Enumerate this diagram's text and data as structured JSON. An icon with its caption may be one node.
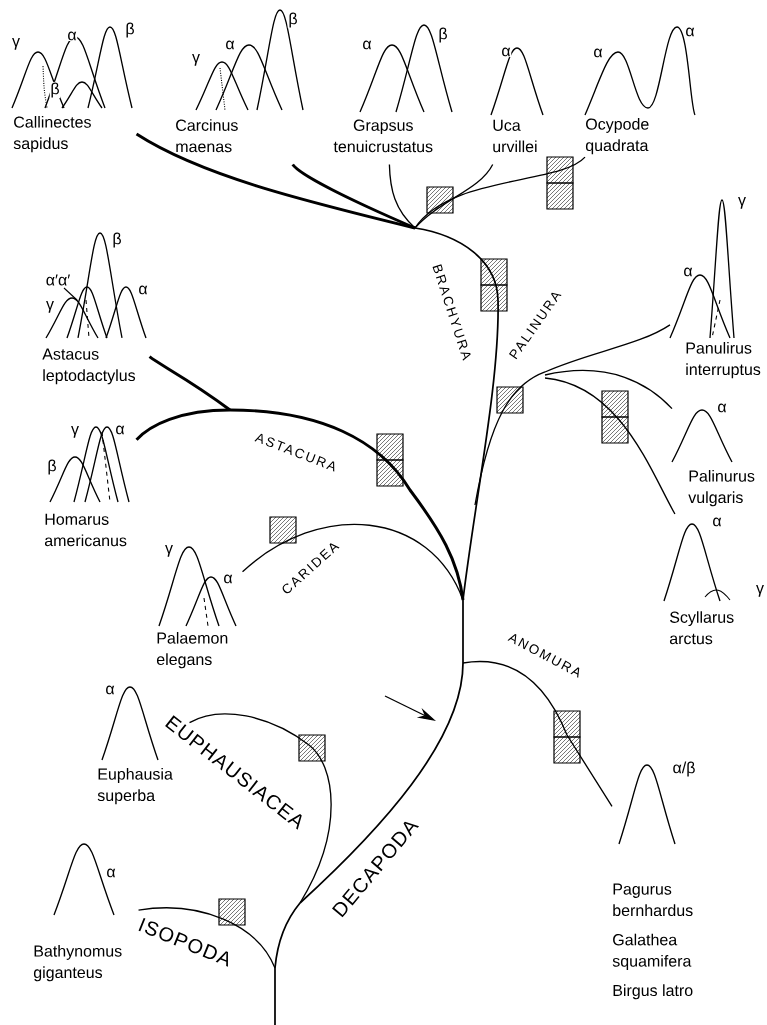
{
  "diagram": {
    "nodes": [
      {
        "text": [
          "γ",
          "α",
          "β",
          "β",
          "Callinectes sapidus"
        ]
      },
      {
        "text": [
          "γ",
          "α",
          "β",
          "Carcinus maenas"
        ]
      },
      {
        "text": [
          "α",
          "β",
          "Grapsus tenuicrustatus"
        ]
      },
      {
        "text": [
          "α",
          "Uca urvillei"
        ]
      },
      {
        "text": [
          "α",
          "α",
          "Ocypode quadrata"
        ]
      },
      {
        "text": [
          "β",
          "α′α′",
          "γ",
          "α",
          "Astacus leptodactylus"
        ]
      },
      {
        "text": [
          "γ",
          "α",
          "β",
          "Homarus americanus"
        ]
      },
      {
        "text": [
          "γ",
          "α",
          "Palaemon elegans"
        ]
      },
      {
        "text": [
          "α",
          "γ",
          "Panulirus interruptus"
        ]
      },
      {
        "text": [
          "α",
          "Palinurus vulgaris"
        ]
      },
      {
        "text": [
          "α",
          "γ",
          "Scyllarus arctus"
        ]
      },
      {
        "text": [
          "α",
          "Euphausia superba"
        ]
      },
      {
        "text": [
          "α",
          "Bathynomus giganteus"
        ]
      },
      {
        "text": [
          "α/β",
          "Pagurus bernhardus",
          "Galathea squamifera",
          "Birgus latro"
        ]
      }
    ],
    "edges": [
      {
        "from": null,
        "to": 0,
        "arrow": "none",
        "style": "thick"
      },
      {
        "from": null,
        "to": 1,
        "arrow": "none",
        "style": "thick"
      },
      {
        "from": null,
        "to": 2,
        "arrow": "none"
      },
      {
        "from": null,
        "to": 3,
        "arrow": "none"
      },
      {
        "from": null,
        "to": 4,
        "arrow": "none"
      },
      {
        "from": null,
        "to": 5,
        "arrow": "none",
        "style": "thick"
      },
      {
        "from": null,
        "to": 6,
        "arrow": "none",
        "style": "thick"
      },
      {
        "from": null,
        "to": 7,
        "arrow": "none"
      },
      {
        "from": null,
        "to": 8,
        "arrow": "none"
      },
      {
        "from": null,
        "to": 9,
        "arrow": "none"
      },
      {
        "from": null,
        "to": 10,
        "arrow": "none"
      },
      {
        "from": null,
        "to": 11,
        "arrow": "none"
      },
      {
        "from": null,
        "to": 12,
        "arrow": "none"
      },
      {
        "from": null,
        "to": 13,
        "arrow": "none"
      }
    ],
    "labels": [
      "BRACHYURA",
      "PALINURA",
      "ASTACURA",
      "CARIDEA",
      "ANOMURA",
      "EUPHAUSIACEA",
      "DECAPODA",
      "ISOPODA"
    ]
  }
}
